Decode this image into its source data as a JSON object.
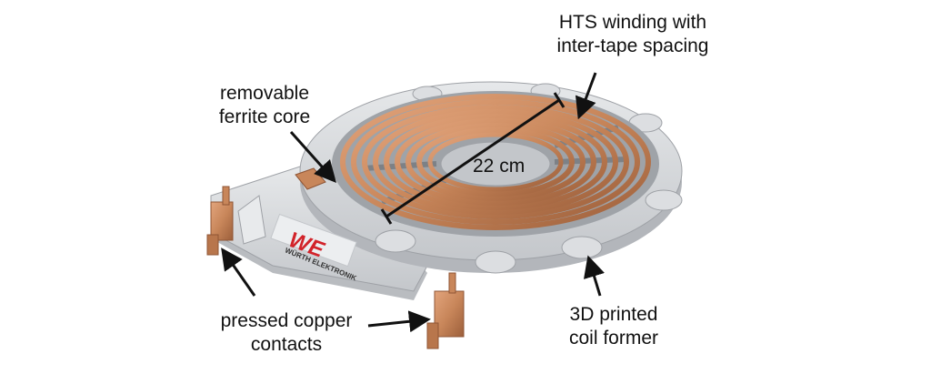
{
  "labels": {
    "hts_line1": "HTS winding with",
    "hts_line2": "inter-tape spacing",
    "ferrite_line1": "removable",
    "ferrite_line2": "ferrite core",
    "copper_line1": "pressed copper",
    "copper_line2": "contacts",
    "former_line1": "3D printed",
    "former_line2": "coil former",
    "dimension": "22 cm"
  },
  "logo": {
    "mark": "WE",
    "brand": "WÜRTH ELEKTRONIK"
  },
  "colors": {
    "copper": "#c8865a",
    "copper_dark": "#8f5535",
    "former_grey": "#d9dbde",
    "former_shadow": "#a9acb1",
    "logo_red": "#d2232a",
    "arrow": "#111111"
  }
}
